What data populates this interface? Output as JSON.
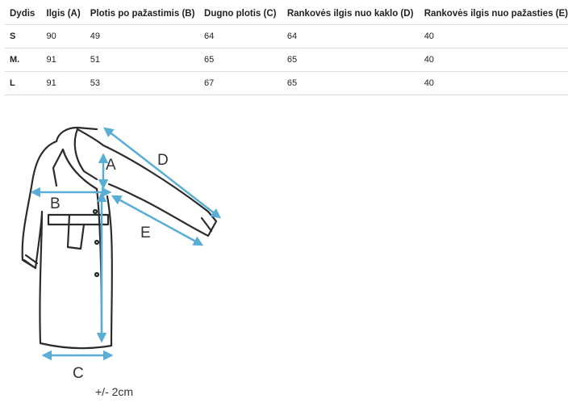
{
  "table": {
    "headers": [
      "Dydis",
      "Ilgis (A)",
      "Plotis po pažastimis (B)",
      "Dugno plotis (C)",
      "Rankovės ilgis nuo kaklo (D)",
      "Rankovės ilgis nuo pažasties (E)"
    ],
    "rows": [
      [
        "S",
        "90",
        "49",
        "64",
        "64",
        "40"
      ],
      [
        "M.",
        "91",
        "51",
        "65",
        "65",
        "40"
      ],
      [
        "L",
        "91",
        "53",
        "67",
        "65",
        "40"
      ]
    ]
  },
  "diagram": {
    "labels": {
      "a": "A",
      "b": "B",
      "c": "C",
      "d": "D",
      "e": "E"
    },
    "tolerance": "+/- 2cm",
    "arrow_color": "#5aaed6",
    "outline_color": "#2b2b2b"
  }
}
